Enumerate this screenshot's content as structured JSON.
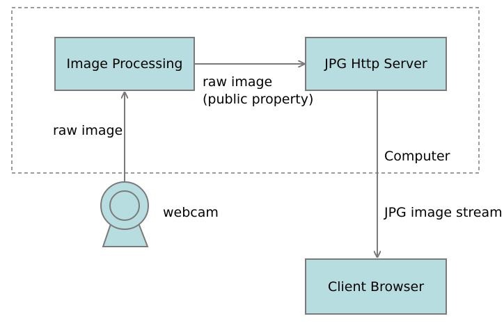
{
  "colors": {
    "box_fill": "#b7dde0",
    "box_border": "#7a7a7a",
    "line": "#7a7a7a",
    "webcam_fill": "#b7dde0",
    "frame_border": "#7a7a7a"
  },
  "nodes": {
    "image_processing": "Image Processing",
    "jpg_http_server": "JPG Http Server",
    "client_browser": "Client Browser"
  },
  "edges": {
    "processing_to_server": "raw image",
    "processing_to_server_line2": "(public property)",
    "webcam_to_processing": "raw image",
    "server_to_browser": "JPG image stream"
  },
  "labels": {
    "computer": "Computer",
    "webcam": "webcam"
  },
  "icons": {
    "webcam": "webcam-icon"
  }
}
